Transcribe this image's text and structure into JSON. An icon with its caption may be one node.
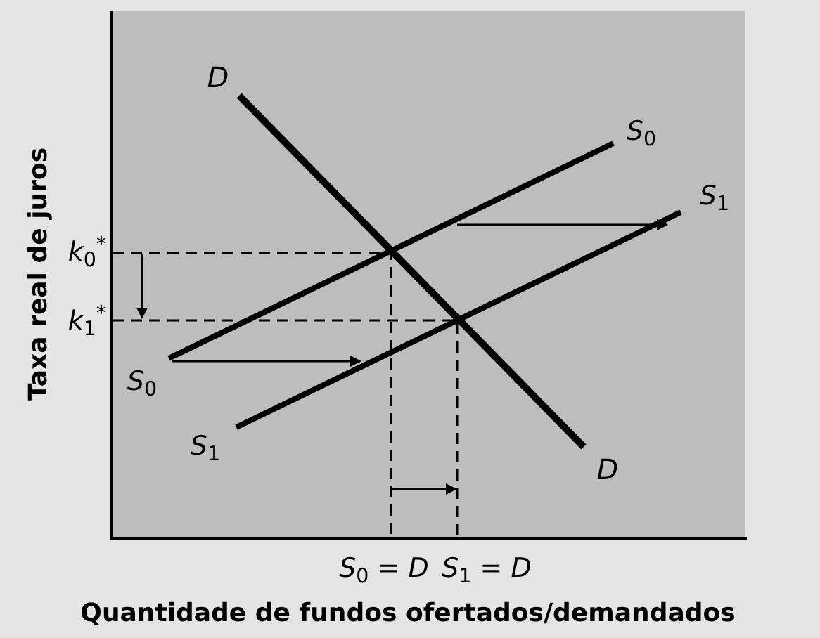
{
  "diagram": {
    "labels": [
      "D",
      "*S*$_{0}$",
      "*S*$_{1}$",
      "*k*$_{0}$$^{*}$",
      "*k*$_{1}$$^{*}$",
      "*S*$_{0}$",
      "*S*$_{1}$",
      "D",
      "*S*$_{0}$ = *D*",
      "*S*$_{1}$ = *D*",
      "Taxa real de juros",
      "Quantidade de fundos ofertados/demandados"
    ]
  }
}
